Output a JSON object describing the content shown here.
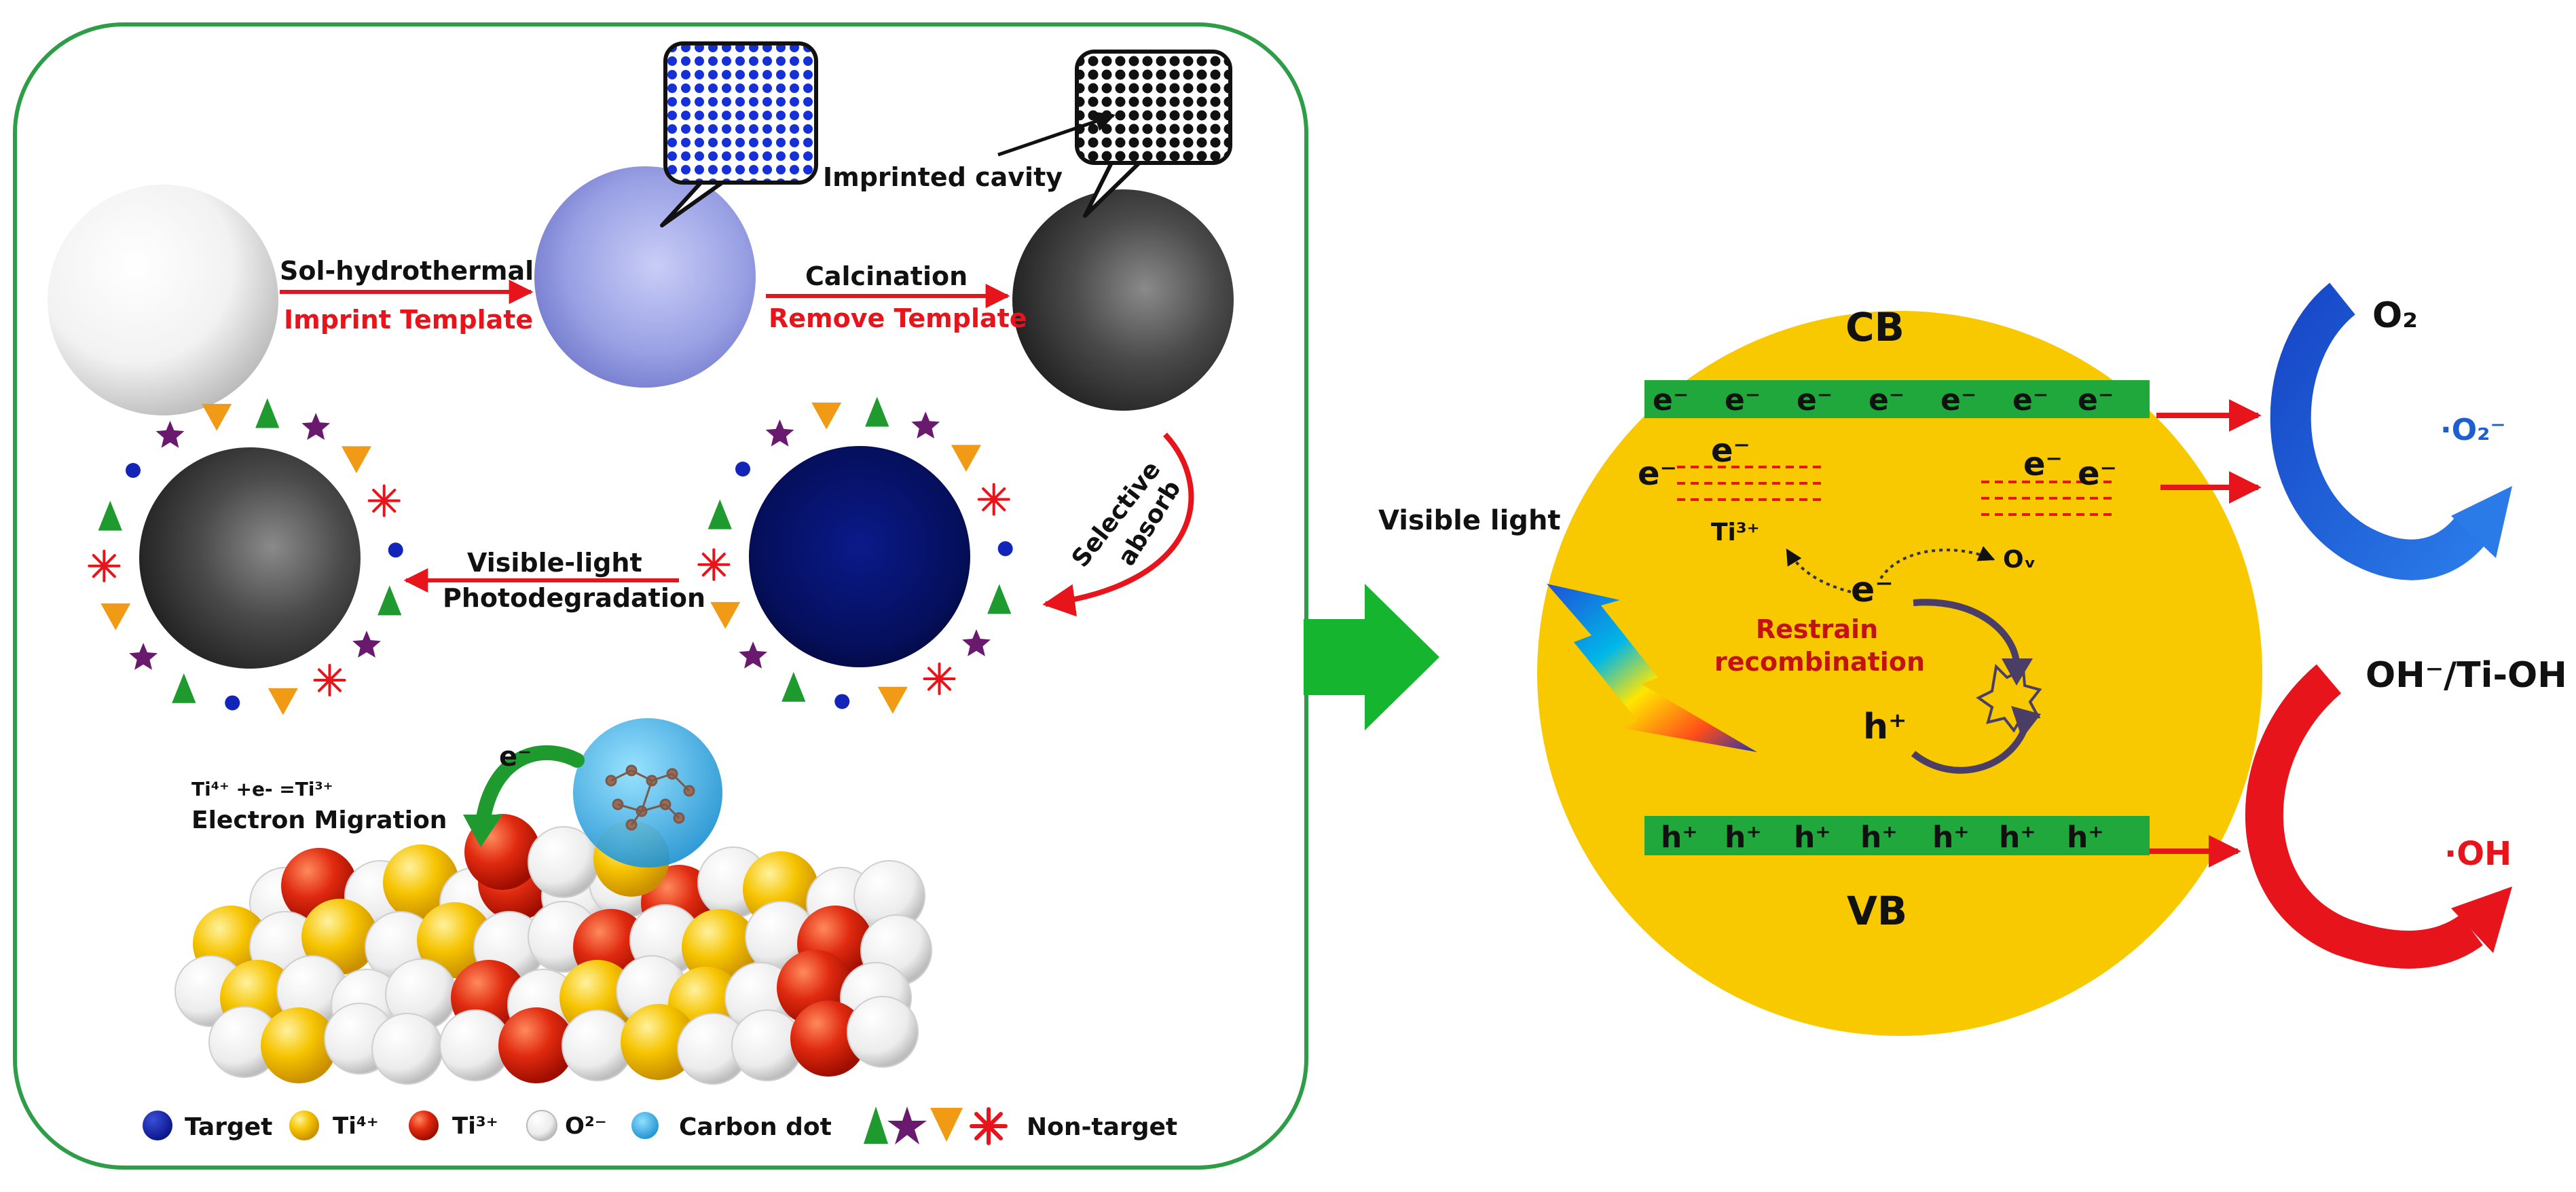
{
  "left_panel": {
    "step1_top": "Sol-hydrothermal",
    "step1_bottom": "Imprint Template",
    "step2_top": "Calcination",
    "step2_bottom": "Remove Template",
    "cavity_label": "Imprinted cavity",
    "selective_line1": "Selective",
    "selective_line2": "absorb",
    "photo_top": "Visible-light",
    "photo_bottom": "Photodegradation",
    "electron_eq": "Ti⁴⁺ +e- =Ti³⁺",
    "electron_migration": "Electron Migration",
    "electron_symbol": "e⁻"
  },
  "legend": {
    "target": "Target",
    "ti4": "Ti⁴⁺",
    "ti3": "Ti³⁺",
    "o2": "O²⁻",
    "carbon_dot": "Carbon dot",
    "non_target": "Non-target"
  },
  "right_panel": {
    "visible_light": "Visible light",
    "cb": "CB",
    "vb": "VB",
    "electron": "e⁻",
    "hole": "h⁺",
    "ti3_label": "Ti³⁺",
    "ov_label": "Oᵥ",
    "restrain_line1": "Restrain",
    "restrain_line2": "recombination",
    "o2": "O₂",
    "superoxide": "·O₂⁻",
    "oh_ti": "OH⁻/Ti-OH",
    "hydroxyl": "·OH"
  },
  "colors": {
    "panel_border": "#2e9d47",
    "red_arrow": "#e8141c",
    "band_green": "#20a83c",
    "sphere_yellow": "#f9c900",
    "blue_arrow": "#1b5fd0",
    "big_arrow": "#16b52f"
  }
}
